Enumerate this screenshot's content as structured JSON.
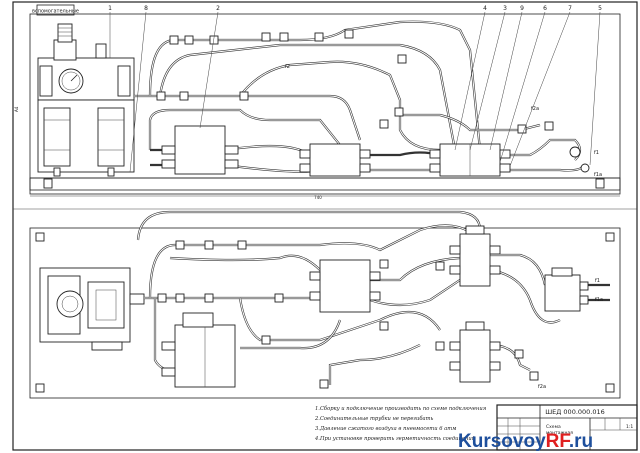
{
  "title_box": {
    "label": "вспомогательные"
  },
  "callouts": [
    "1",
    "8",
    "2",
    "4",
    "3",
    "9",
    "6",
    "7",
    "5"
  ],
  "flow_labels": {
    "upper_f2": "f2",
    "upper_f2a": "f2a",
    "upper_f1": "f1",
    "upper_f1a": "f1a",
    "lower_f1": "f1",
    "lower_f1a": "f1a",
    "lower_f2a": "f2a"
  },
  "side_labels": {
    "left_mark": "A4",
    "bottom_dim": "740"
  },
  "notes": [
    "1.Сборку и подключение производить по схеме подключения",
    "2.Соединительные трубки не перегибать",
    "3.Давление сжатого воздуха в пневмосети 6 атм",
    "4.При установке проверить герметичность соединений"
  ],
  "title_block": {
    "code": "ШЕД 000.000.016",
    "name_line1": "Схема",
    "name_line2": "монтажная",
    "sheet": "1:1"
  },
  "watermark": {
    "part1": "Kursovoy",
    "part2": "RF",
    "part3": ".ru"
  }
}
